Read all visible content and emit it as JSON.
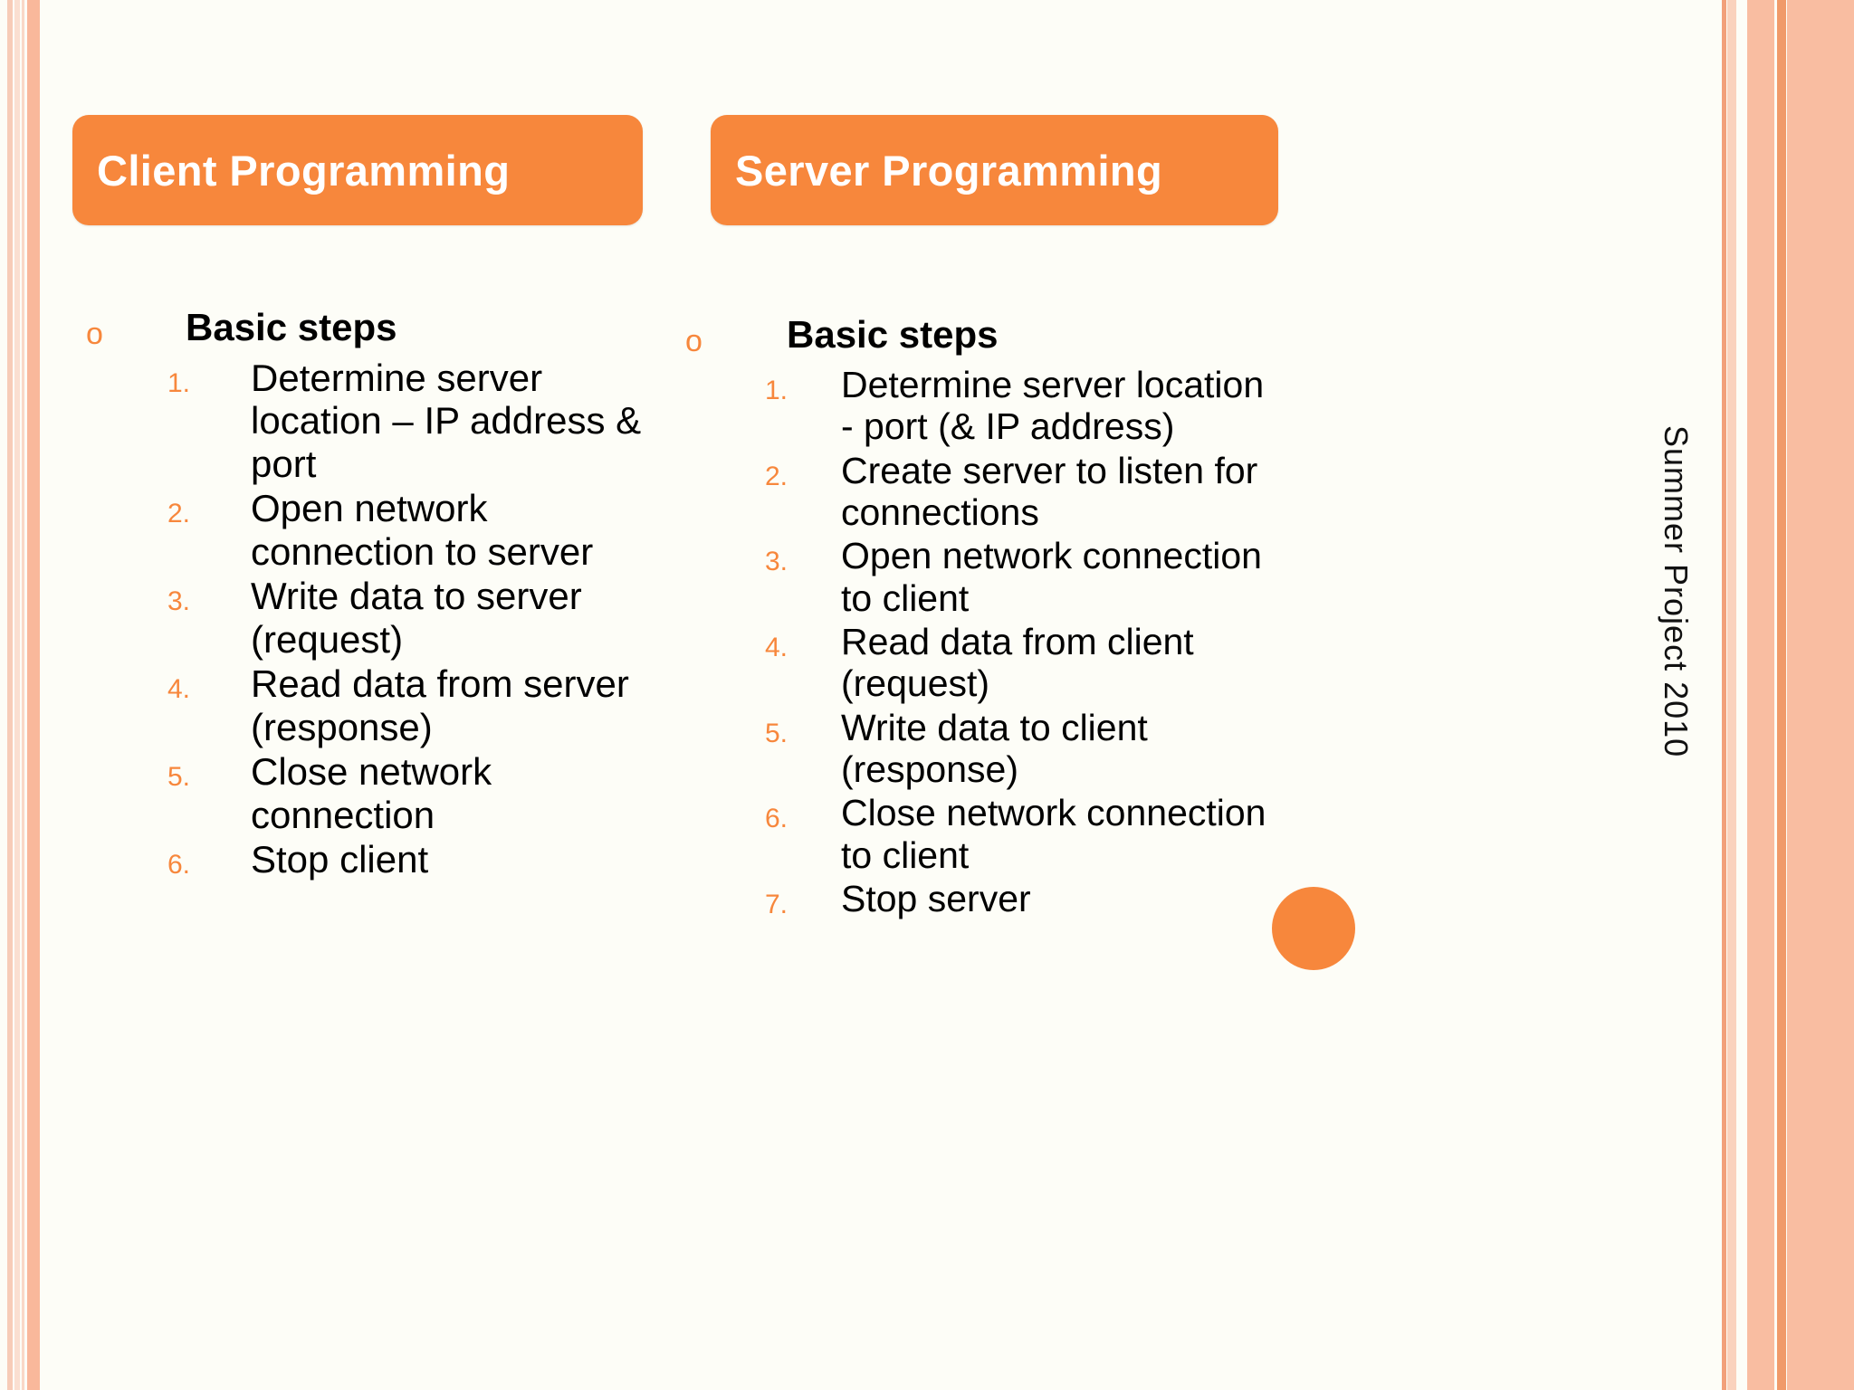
{
  "slide": {
    "side_caption": "Summer Project 2010",
    "accent_color": "#f7873c",
    "bullet_glyph": "o"
  },
  "columns": [
    {
      "title": "Client Programming",
      "heading": "Basic steps",
      "steps": [
        "Determine server location – IP address & port",
        "Open network connection to server",
        "Write data to server (request)",
        "Read data from server (response)",
        "Close network connection",
        "Stop client"
      ],
      "numbers": [
        "1.",
        "2.",
        "3.",
        "4.",
        "5.",
        "6."
      ]
    },
    {
      "title": "Server Programming",
      "heading": "Basic steps",
      "steps": [
        "Determine server location - port (& IP address)",
        "Create server to listen for connections",
        "Open network connection to client",
        "Read data from client (request)",
        "Write data to client (response)",
        "Close network connection to client",
        "Stop server"
      ],
      "numbers": [
        "1.",
        "2.",
        "3.",
        "4.",
        "5.",
        "6.",
        "7."
      ]
    }
  ]
}
